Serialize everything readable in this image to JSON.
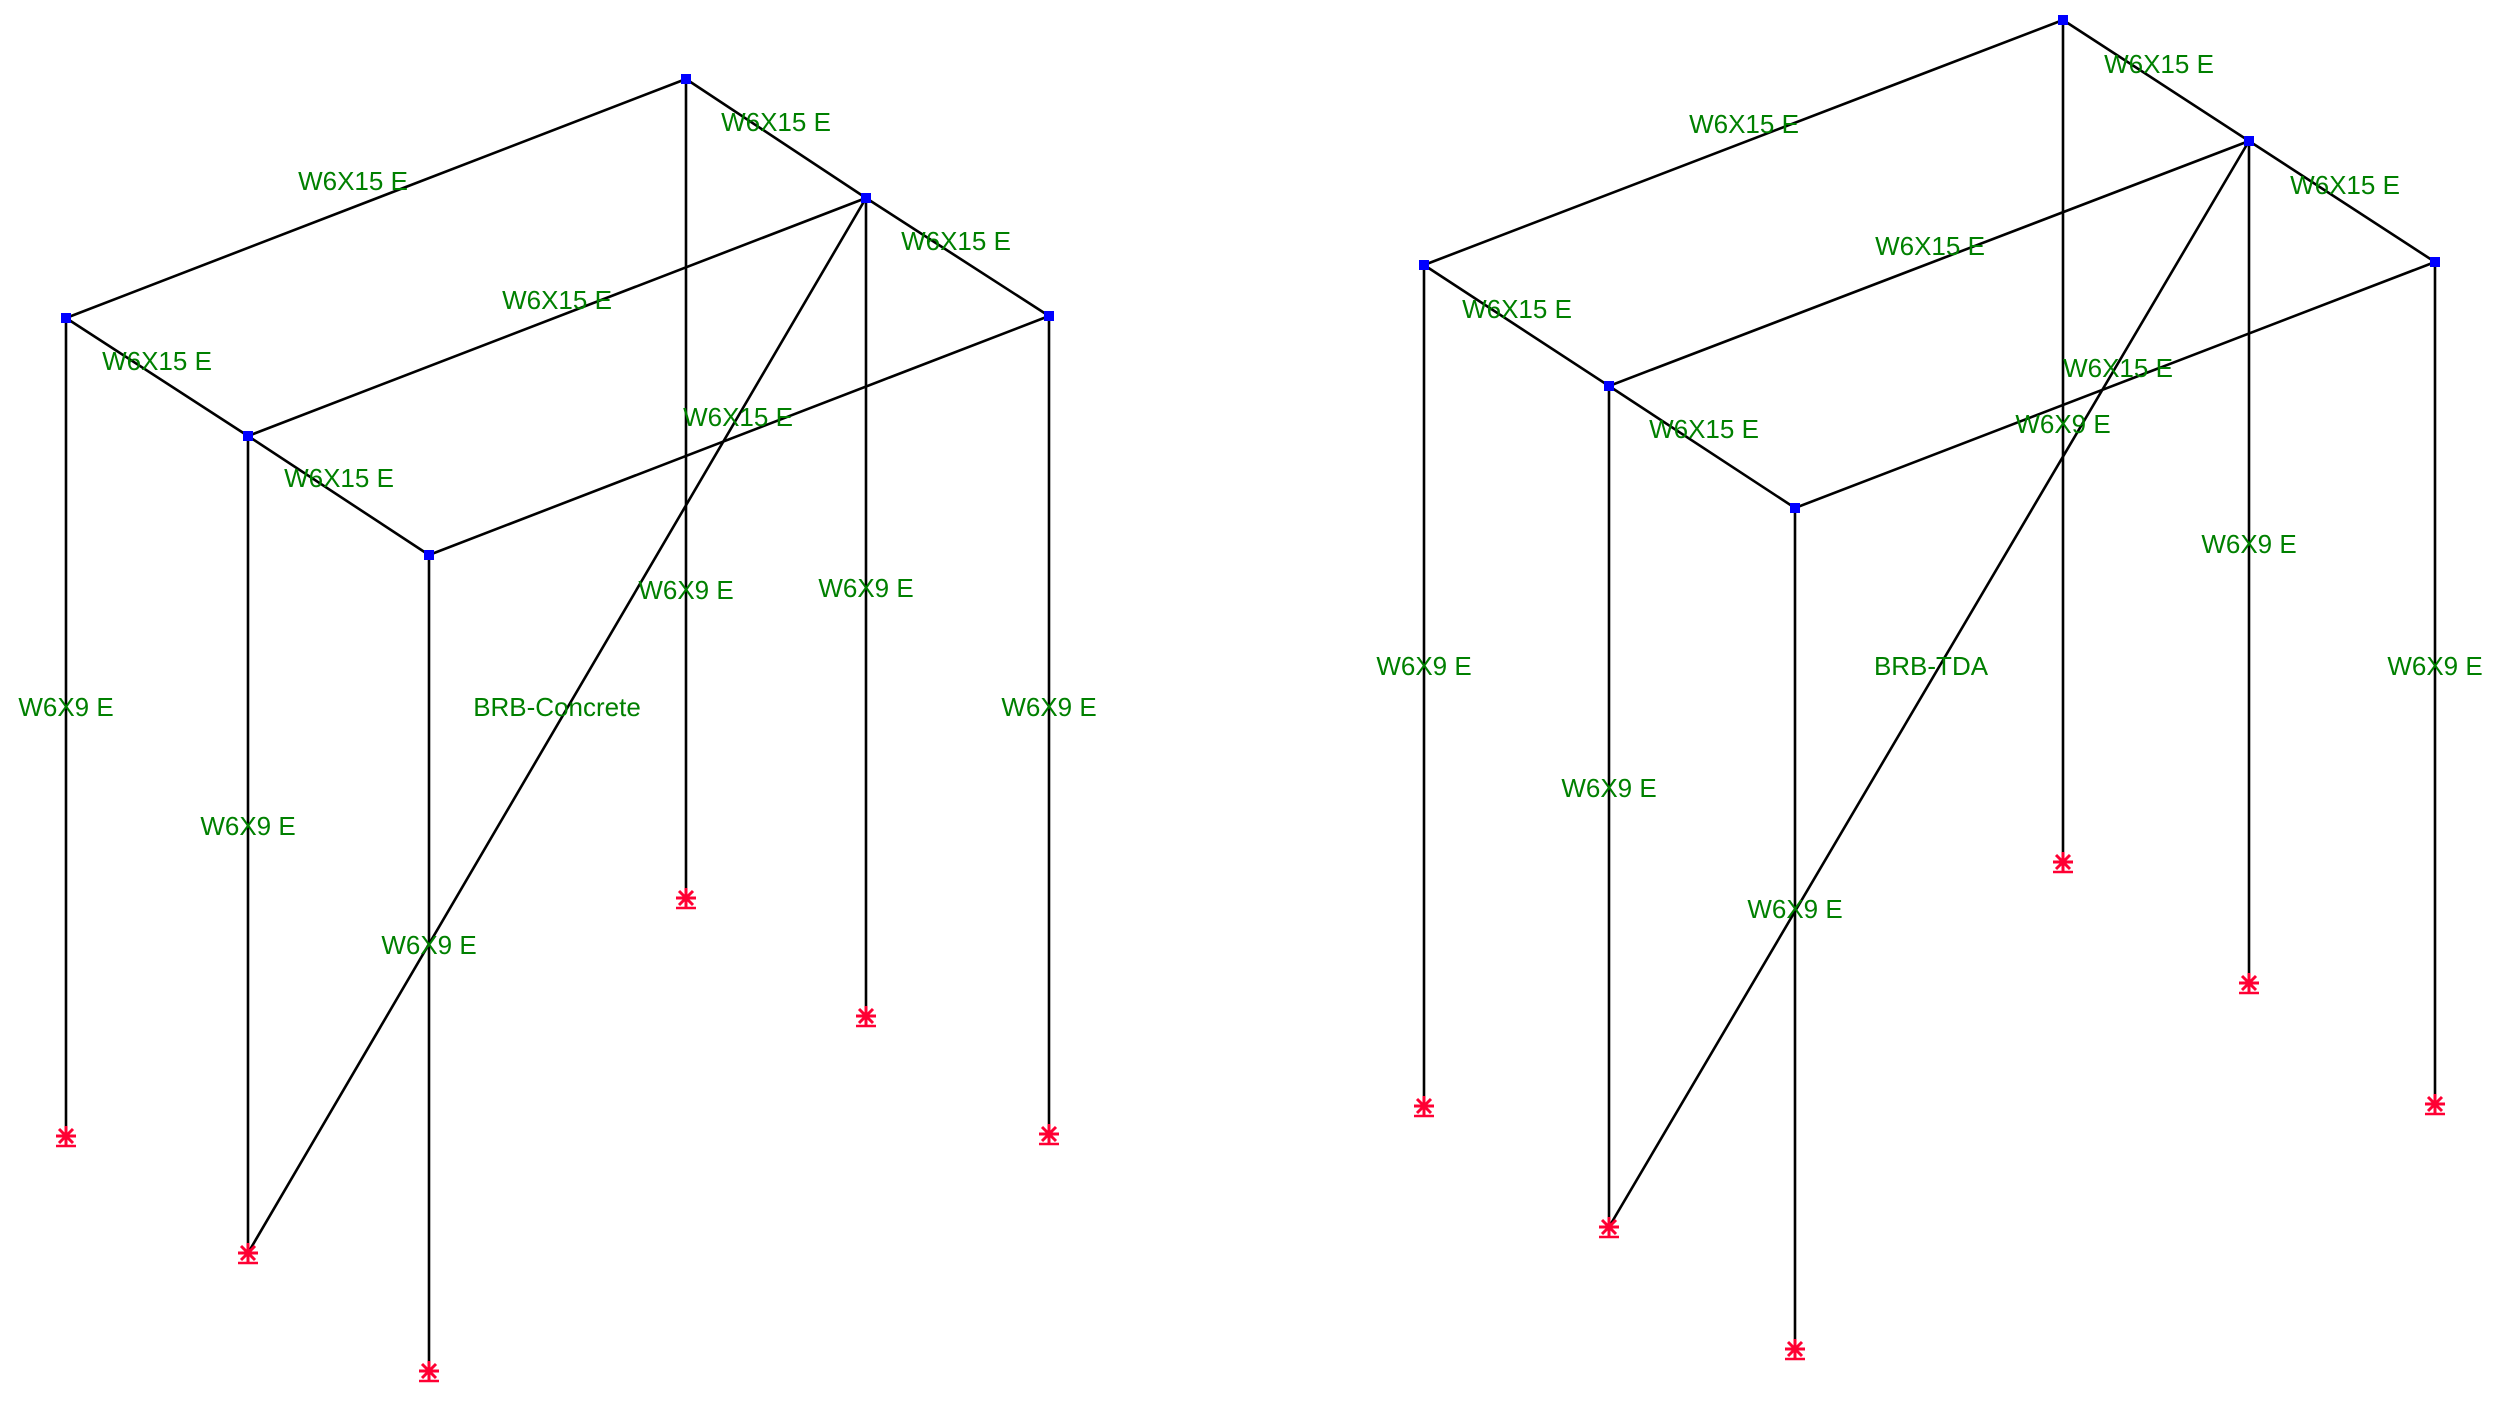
{
  "colors": {
    "member": "#000000",
    "node": "#0000ff",
    "support": "#ff0033",
    "label": "#008000"
  },
  "frames": [
    {
      "name": "frame-brb-concrete",
      "brace_label": "BRB-Concrete",
      "beam_labels": [
        "W6X15 E",
        "W6X15 E",
        "W6X15 E",
        "W6X15 E",
        "W6X15 E",
        "W6X15 E",
        "W6X15 E"
      ],
      "column_labels": [
        "W6X9 E",
        "W6X9 E",
        "W6X9 E",
        "W6X9 E",
        "W6X9 E",
        "W6X9 E"
      ]
    },
    {
      "name": "frame-brb-tda",
      "brace_label": "BRB-TDA",
      "beam_labels": [
        "W6X15 E",
        "W6X15 E",
        "W6X15 E",
        "W6X15 E",
        "W6X15 E",
        "W6X15 E",
        "W6X15 E"
      ],
      "column_labels": [
        "W6X9 E",
        "W6X9 E",
        "W6X9 E",
        "W6X9 E",
        "W6X9 E",
        "W6X9 E"
      ]
    }
  ]
}
